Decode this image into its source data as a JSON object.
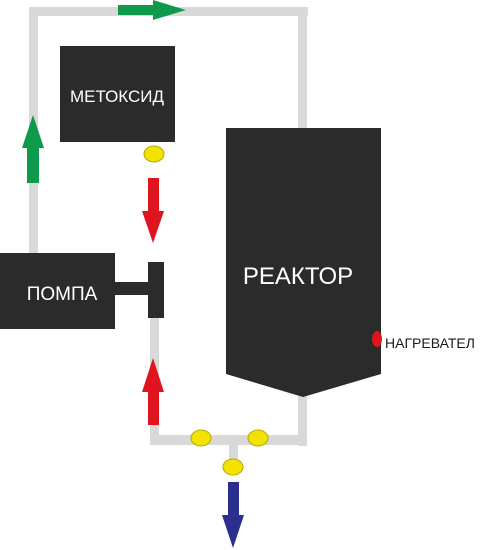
{
  "labels": {
    "metoxide": "МЕТОКСИД",
    "pump": "ПОМПА",
    "reactor": "РЕАКТОР",
    "heater": "НАГРЕВАТЕЛ"
  },
  "colors": {
    "pipe": "#d9d9d9",
    "block": "#2b2b2b",
    "valve": "#f2e200",
    "valve_stroke": "#b8a800",
    "arrow_green": "#0f9a4b",
    "arrow_red": "#e0141e",
    "arrow_blue": "#2b2f8f",
    "heater": "#e0141e"
  },
  "icons": {
    "valve": "ellipse-valve-icon",
    "flow_arrow": "arrow-icon",
    "heater": "heater-dot-icon"
  }
}
